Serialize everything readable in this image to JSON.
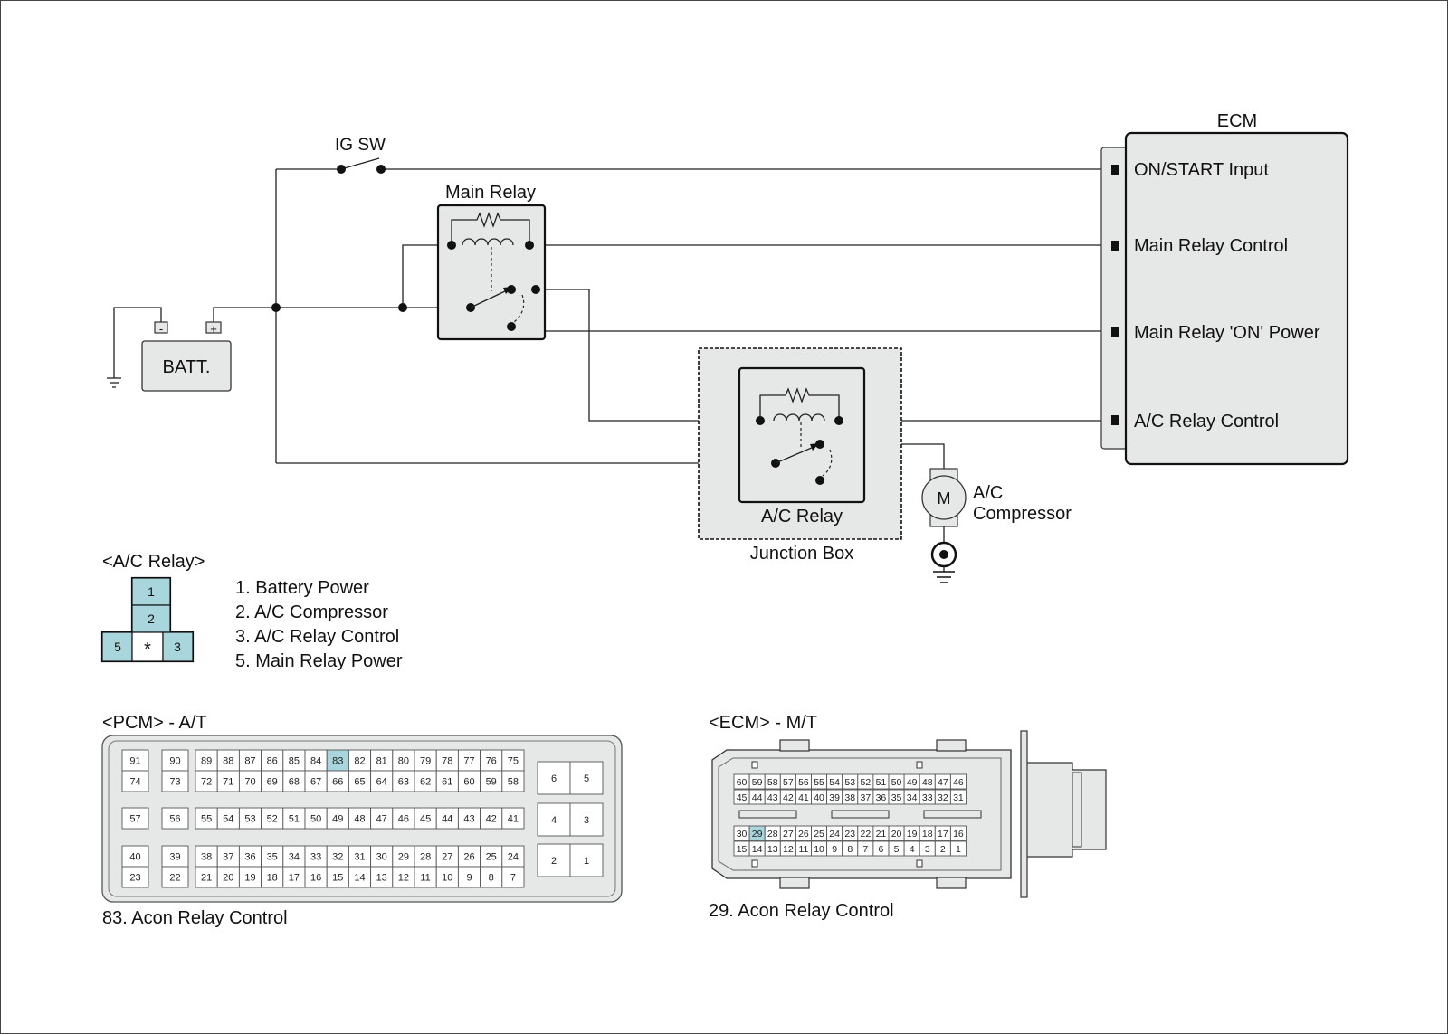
{
  "labels": {
    "ig_sw": "IG SW",
    "main_relay": "Main Relay",
    "batt": "BATT.",
    "batt_minus": "-",
    "batt_plus": "+",
    "ecm": "ECM",
    "ecm_pin1": "ON/START Input",
    "ecm_pin2": "Main Relay Control",
    "ecm_pin3": "Main Relay 'ON' Power",
    "ecm_pin4": "A/C Relay Control",
    "ac_relay": "A/C Relay",
    "junction_box": "Junction Box",
    "motor_m": "M",
    "compressor_line1": "A/C",
    "compressor_line2": "Compressor"
  },
  "ac_relay_connector": {
    "title": "<A/C Relay>",
    "cells": [
      "1",
      "2",
      "5",
      "*",
      "3"
    ],
    "legend": [
      "1. Battery Power",
      "2. A/C Compressor",
      "3. A/C Relay Control",
      "5. Main Relay Power"
    ]
  },
  "pcm": {
    "title": "<PCM> - A/T",
    "highlight": "83",
    "caption": "83. Acon Relay Control",
    "colors": {
      "highlight": "#a9d6dd"
    }
  },
  "ecm_mt": {
    "title": "<ECM> - M/T",
    "highlight": "29",
    "caption": "29. Acon Relay Control"
  }
}
